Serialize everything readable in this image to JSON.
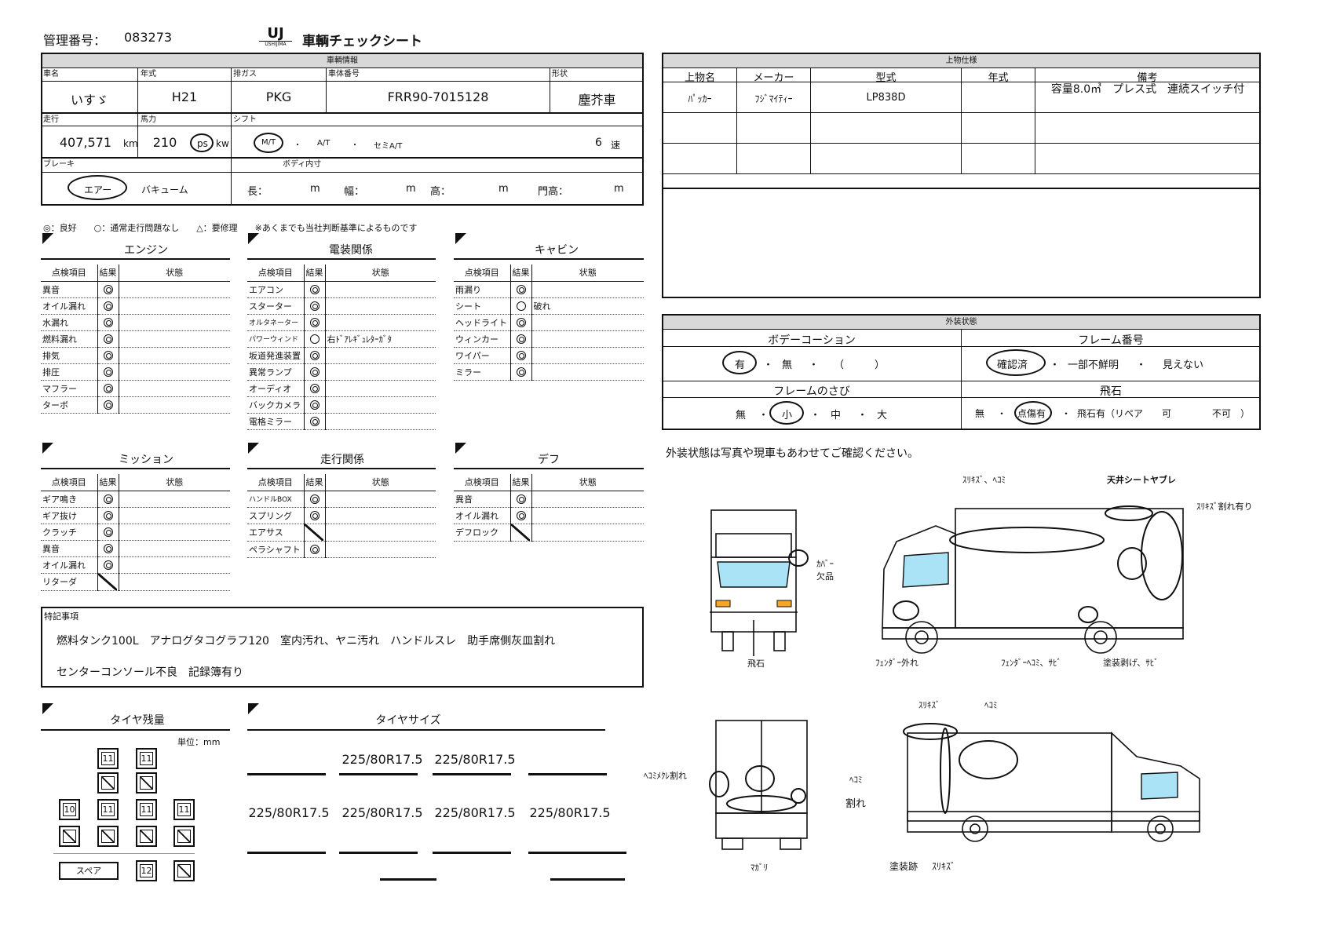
{
  "header": {
    "mgmt_label": "管理番号：",
    "mgmt_no": "083273",
    "logo_text": "UJ",
    "logo_sub": "USHIJIMA",
    "doc_title": "車輌チェックシート"
  },
  "vehicle": {
    "section_title": "車輌情報",
    "maker_label": "車名",
    "maker": "いすゞ",
    "year_label": "年式",
    "year": "H21",
    "emission_label": "排ガス",
    "emission": "PKG",
    "chassis_label": "車体番号",
    "chassis": "FRR90-7015128",
    "shape_label": "形状",
    "shape": "塵芥車",
    "mileage_label": "走行",
    "mileage": "407,571",
    "mileage_unit": "km",
    "hp_label": "馬力",
    "hp": "210",
    "hp_ps": "ps",
    "hp_kw": "kw",
    "shift_label": "シフト",
    "shift_mt": "M/T",
    "shift_at": "A/T",
    "shift_semi": "セミA/T",
    "shift_dot": "・",
    "gears": "6",
    "gears_unit": "速",
    "brake_label": "ブレーキ",
    "brake_air": "エアー",
    "brake_vac": "バキューム",
    "body_label": "ボディ内寸",
    "body_l": "長：",
    "body_w": "幅：",
    "body_h": "高：",
    "body_door": "門高：",
    "unit_m": "m"
  },
  "upper": {
    "section_title": "上物仕様",
    "cols": [
      "上物名",
      "メーカー",
      "型式",
      "年式",
      "備考"
    ],
    "row": [
      "ﾊﾟｯｶｰ",
      "ﾌｼﾞﾏｲﾃｨｰ",
      "LP838D",
      "",
      "容量8.0㎥　プレス式　連続スイッチ付"
    ]
  },
  "legend": "◎：良好　　○：通常走行問題なし　　△：要修理　　※あくまでも当社判断基準によるものです",
  "cols": {
    "item": "点検項目",
    "result": "結果",
    "state": "状態"
  },
  "engine": {
    "title": "エンジン",
    "rows": [
      [
        "異音",
        "dbl",
        ""
      ],
      [
        "オイル漏れ",
        "dbl",
        ""
      ],
      [
        "水漏れ",
        "dbl",
        ""
      ],
      [
        "燃料漏れ",
        "dbl",
        ""
      ],
      [
        "排気",
        "dbl",
        ""
      ],
      [
        "排圧",
        "dbl",
        ""
      ],
      [
        "マフラー",
        "dbl",
        ""
      ],
      [
        "ターボ",
        "dbl",
        ""
      ]
    ]
  },
  "electric": {
    "title": "電装関係",
    "rows": [
      [
        "エアコン",
        "dbl",
        ""
      ],
      [
        "スターター",
        "dbl",
        ""
      ],
      [
        "オルタネーター",
        "dbl",
        ""
      ],
      [
        "パワーウィンド",
        "o",
        "右ﾄﾞｱﾚｷﾞｭﾚﾀｰｶﾞﾀ"
      ],
      [
        "坂道発進装置",
        "dbl",
        ""
      ],
      [
        "異常ランプ",
        "dbl",
        ""
      ],
      [
        "オーディオ",
        "dbl",
        ""
      ],
      [
        "バックカメラ",
        "dbl",
        ""
      ],
      [
        "電格ミラー",
        "dbl",
        ""
      ]
    ]
  },
  "cabin": {
    "title": "キャビン",
    "rows": [
      [
        "雨漏り",
        "dbl",
        ""
      ],
      [
        "シート",
        "o",
        "破れ"
      ],
      [
        "ヘッドライト",
        "dbl",
        ""
      ],
      [
        "ウィンカー",
        "dbl",
        ""
      ],
      [
        "ワイパー",
        "dbl",
        ""
      ],
      [
        "ミラー",
        "dbl",
        ""
      ]
    ]
  },
  "mission": {
    "title": "ミッション",
    "rows": [
      [
        "ギア鳴き",
        "dbl",
        ""
      ],
      [
        "ギア抜け",
        "dbl",
        ""
      ],
      [
        "クラッチ",
        "dbl",
        ""
      ],
      [
        "異音",
        "dbl",
        ""
      ],
      [
        "オイル漏れ",
        "dbl",
        ""
      ],
      [
        "リターダ",
        "na",
        ""
      ]
    ]
  },
  "running": {
    "title": "走行関係",
    "rows": [
      [
        "ハンドルBOX",
        "dbl",
        ""
      ],
      [
        "スプリング",
        "dbl",
        ""
      ],
      [
        "エアサス",
        "na",
        ""
      ],
      [
        "ペラシャフト",
        "dbl",
        ""
      ]
    ]
  },
  "diff": {
    "title": "デフ",
    "rows": [
      [
        "異音",
        "dbl",
        ""
      ],
      [
        "オイル漏れ",
        "dbl",
        ""
      ],
      [
        "デフロック",
        "na",
        ""
      ]
    ]
  },
  "exterior": {
    "section_title": "外装状態",
    "coating_title": "ボデーコーション",
    "coating_yes": "有",
    "coating_no": "無",
    "coating_other": "（　　　）",
    "frame_title": "フレーム番号",
    "frame_ok": "確認済",
    "frame_partial": "一部不鮮明",
    "frame_invisible": "見えない",
    "rust_title": "フレームのさび",
    "rust_none": "無",
    "rust_small": "小",
    "rust_mid": "中",
    "rust_large": "大",
    "chip_title": "飛石",
    "chip_none": "無",
    "chip_spot": "点傷有",
    "chip_yes": "飛石有（リペア",
    "chip_can": "可",
    "chip_cannot": "不可　）",
    "dot": "・"
  },
  "notes": {
    "title": "特記事項",
    "line1": "燃料タンク100L　アナログタコグラフ120　室内汚れ、ヤニ汚れ　ハンドルスレ　助手席側灰皿割れ",
    "line2": "センターコンソール不良　記録簿有り"
  },
  "exterior_note": "外装状態は写真や現車もあわせてご確認ください。",
  "tire_depth": {
    "title": "タイヤ残量",
    "unit": "単位：mm",
    "front": [
      "11",
      "11"
    ],
    "rear": [
      "10",
      "11",
      "11",
      "11"
    ],
    "spare_label": "スペア",
    "spare": "12"
  },
  "tire_size": {
    "title": "タイヤサイズ",
    "front": [
      "225/80R17.5",
      "225/80R17.5"
    ],
    "rear": [
      "225/80R17.5",
      "225/80R17.5",
      "225/80R17.5",
      "225/80R17.5"
    ]
  },
  "annotations": {
    "cover": "ｶﾊﾞｰ欠品",
    "chip_front": "飛石",
    "scratch_dent": "ｽﾘｷｽﾞ、ﾍｺﾐ",
    "roof": "天井シートヤブレ",
    "crack_scratch": "ｽﾘｷｽﾞ割れ有り",
    "fender_off": "ﾌｪﾝﾀﾞｰ外れ",
    "fender_dent": "ﾌｪﾝﾀﾞｰﾍｺﾐ、ｻﾋﾞ",
    "paint_rust": "塗装剥げ、ｻﾋﾞ",
    "rear_dent_crack": "ﾍｺﾐﾒｸﾚ割れ",
    "rear_dent": "ﾍｺﾐ",
    "rear_crack": "割れ",
    "bend": "ﾏｶﾞﾘ",
    "side_scratch": "ｽﾘｷｽﾞ",
    "side_dent": "ﾍｺﾐ",
    "paint_mark": "塗装跡",
    "side_scratch2": "ｽﾘｷｽﾞ"
  },
  "colors": {
    "cab_glass": "#a9e3f5",
    "line": "#111111"
  }
}
